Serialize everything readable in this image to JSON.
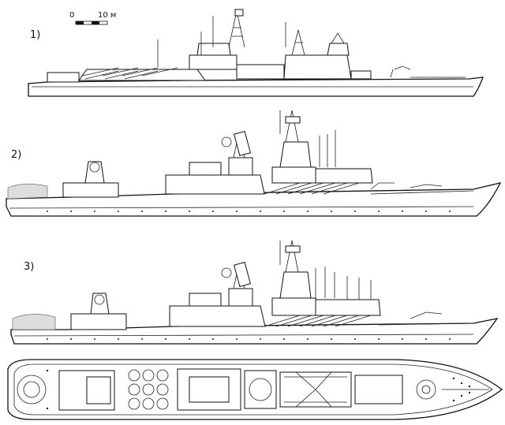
{
  "scale": {
    "zero": "0",
    "ten": "10 м"
  },
  "views": [
    {
      "label": "1)"
    },
    {
      "label": "2)"
    },
    {
      "label": "3)"
    }
  ]
}
